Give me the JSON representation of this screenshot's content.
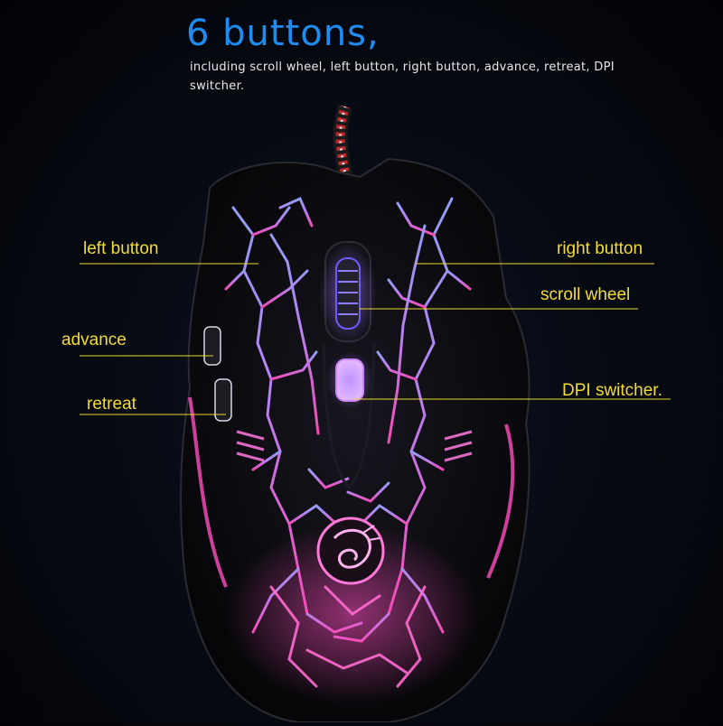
{
  "headline": "6 buttons,",
  "subtitle": "including scroll wheel, left button, right button, advance, retreat, DPI switcher.",
  "callouts": {
    "left_button": "left button",
    "right_button": "right button",
    "scroll_wheel": "scroll wheel",
    "advance": "advance",
    "retreat": "retreat",
    "dpi_switcher": "DPI switcher."
  },
  "colors": {
    "headline": "#1e8cf0",
    "callout_text": "#f5dc35",
    "leader_line": "#f0d830",
    "mouse_body": "#0a0a0d",
    "led_purple": "#b07cff",
    "led_pink": "#ff4fc0"
  }
}
